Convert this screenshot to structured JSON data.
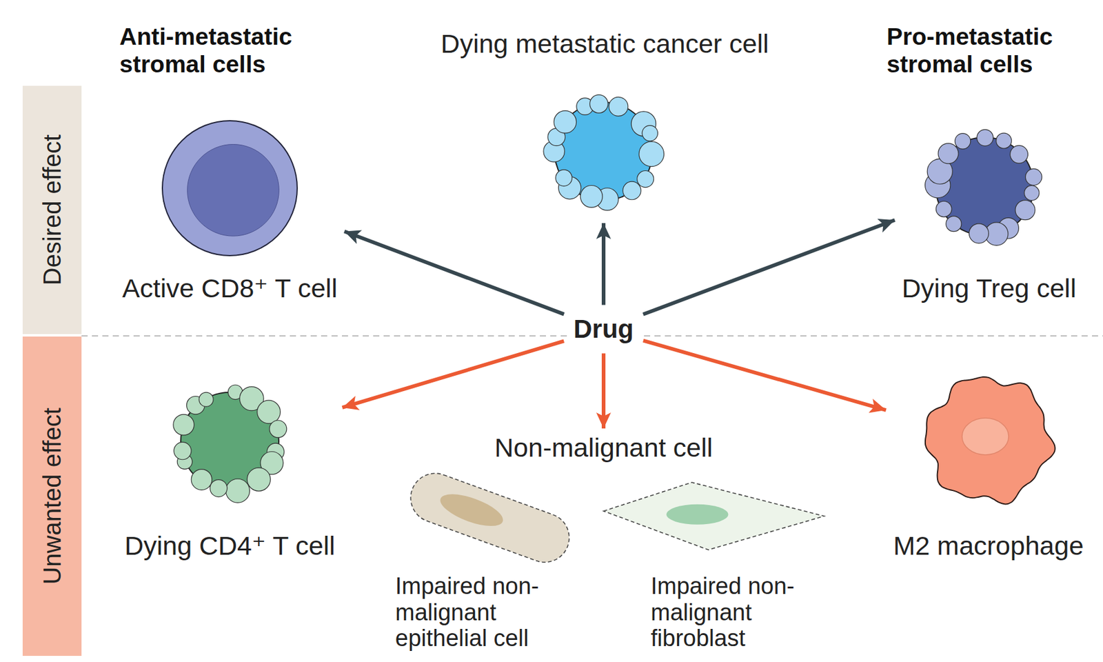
{
  "diagram": {
    "nodes": [
      {
        "text": [
          "Desired effect"
        ]
      },
      {
        "text": [
          "Active CD8⁺ T cell"
        ]
      },
      {
        "text": [
          "Dying metastatic cancer cell"
        ]
      },
      {
        "text": [
          "Dying Treg cell"
        ]
      },
      {
        "text": [
          "Drug"
        ]
      },
      {
        "text": [
          "Unwanted effect"
        ]
      },
      {
        "text": [
          "Dying CD4⁺ T cell"
        ]
      },
      {
        "text": [
          "Non-malignant cell"
        ]
      },
      {
        "text": [
          "Impaired non-malignant epithelial cell"
        ],
        "in": 7
      },
      {
        "text": [
          "Impaired non-malignant fibroblast"
        ],
        "in": 7
      },
      {
        "text": [
          "M2 macrophage"
        ]
      }
    ],
    "edges": [
      {
        "from": 4,
        "to": 1,
        "arrow": "to"
      },
      {
        "from": 4,
        "to": 2,
        "arrow": "to"
      },
      {
        "from": 4,
        "to": 3,
        "arrow": "to"
      },
      {
        "from": 4,
        "to": 6,
        "arrow": "to"
      },
      {
        "from": 4,
        "to": 7,
        "arrow": "to"
      },
      {
        "from": 4,
        "to": 10,
        "arrow": "to"
      }
    ],
    "labels": [
      "Anti-metastatic stromal cells",
      "Pro-metastatic stromal cells"
    ]
  }
}
